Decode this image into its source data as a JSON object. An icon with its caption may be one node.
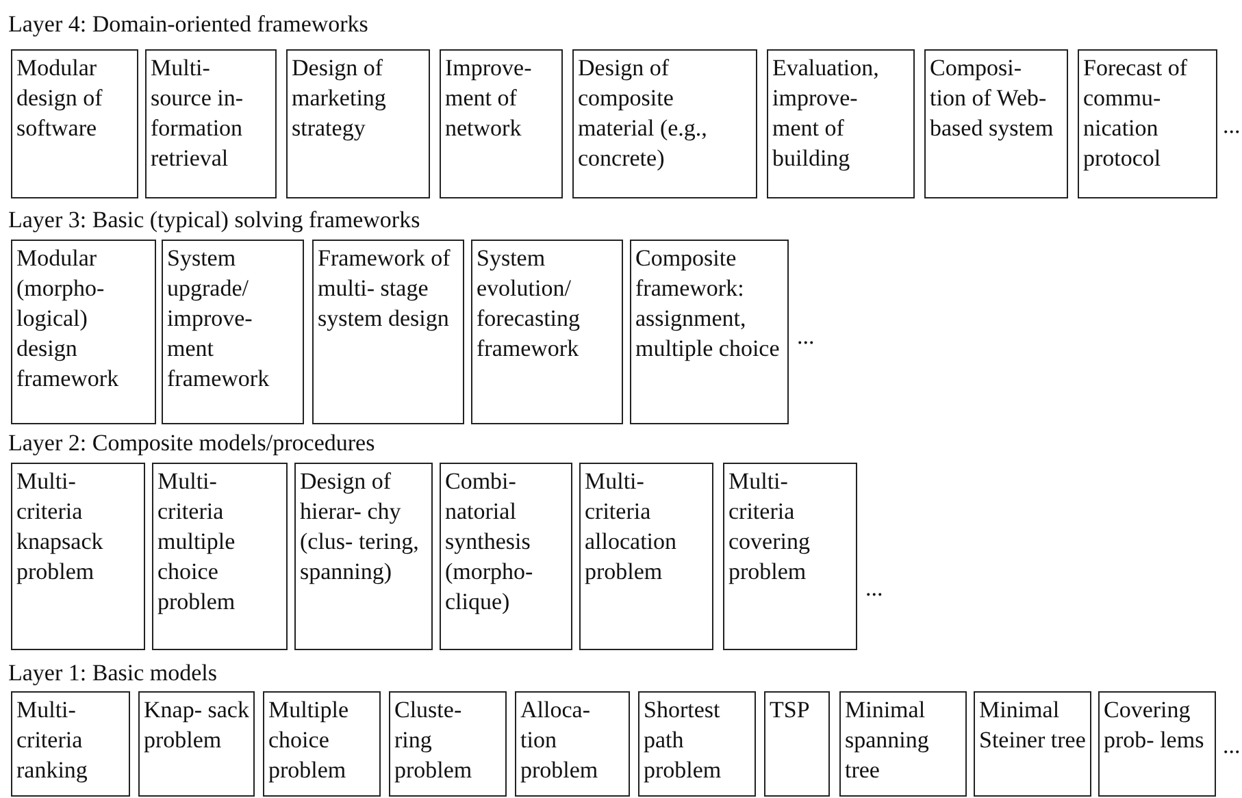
{
  "diagram": {
    "nodes": [
      {
        "text": [
          "Modular design of software"
        ]
      },
      {
        "text": [
          "Multi- source in- formation retrieval"
        ]
      },
      {
        "text": [
          "Design of marketing strategy"
        ]
      },
      {
        "text": [
          "Improve- ment of network"
        ]
      },
      {
        "text": [
          "Design of composite material (e.g., concrete)"
        ]
      },
      {
        "text": [
          "Evaluation, improve- ment of building"
        ]
      },
      {
        "text": [
          "Composi- tion of Web-based system"
        ]
      },
      {
        "text": [
          "Forecast of commu- nication protocol"
        ]
      },
      {
        "text": [
          "Modular (morpho- logical) design framework"
        ]
      },
      {
        "text": [
          "System upgrade/ improve- ment framework"
        ]
      },
      {
        "text": [
          "Framework of multi- stage system design"
        ]
      },
      {
        "text": [
          "System evolution/ forecasting framework"
        ]
      },
      {
        "text": [
          "Composite framework: assignment, multiple choice"
        ]
      },
      {
        "text": [
          "Multi- criteria knapsack problem"
        ]
      },
      {
        "text": [
          "Multi- criteria multiple choice problem"
        ]
      },
      {
        "text": [
          "Design of hierar- chy (clus- tering, spanning)"
        ]
      },
      {
        "text": [
          "Combi- natorial synthesis (morpho- clique)"
        ]
      },
      {
        "text": [
          "Multi- criteria allocation problem"
        ]
      },
      {
        "text": [
          "Multi- criteria covering problem"
        ]
      },
      {
        "text": [
          "Multi- criteria ranking"
        ]
      },
      {
        "text": [
          "Knap- sack problem"
        ]
      },
      {
        "text": [
          "Multiple choice problem"
        ]
      },
      {
        "text": [
          "Cluste- ring problem"
        ]
      },
      {
        "text": [
          "Alloca- tion problem"
        ]
      },
      {
        "text": [
          "Shortest path problem"
        ]
      },
      {
        "text": [
          "TSP"
        ]
      },
      {
        "text": [
          "Minimal spanning tree"
        ]
      },
      {
        "text": [
          "Minimal Steiner tree"
        ]
      },
      {
        "text": [
          "Covering prob- lems"
        ]
      }
    ],
    "labels": [
      "Layer 4: Domain-oriented frameworks",
      "...",
      "Layer 3: Basic (typical) solving frameworks",
      "...",
      "Layer 2: Composite models/procedures",
      "...",
      "Layer 1: Basic models",
      "..."
    ]
  }
}
